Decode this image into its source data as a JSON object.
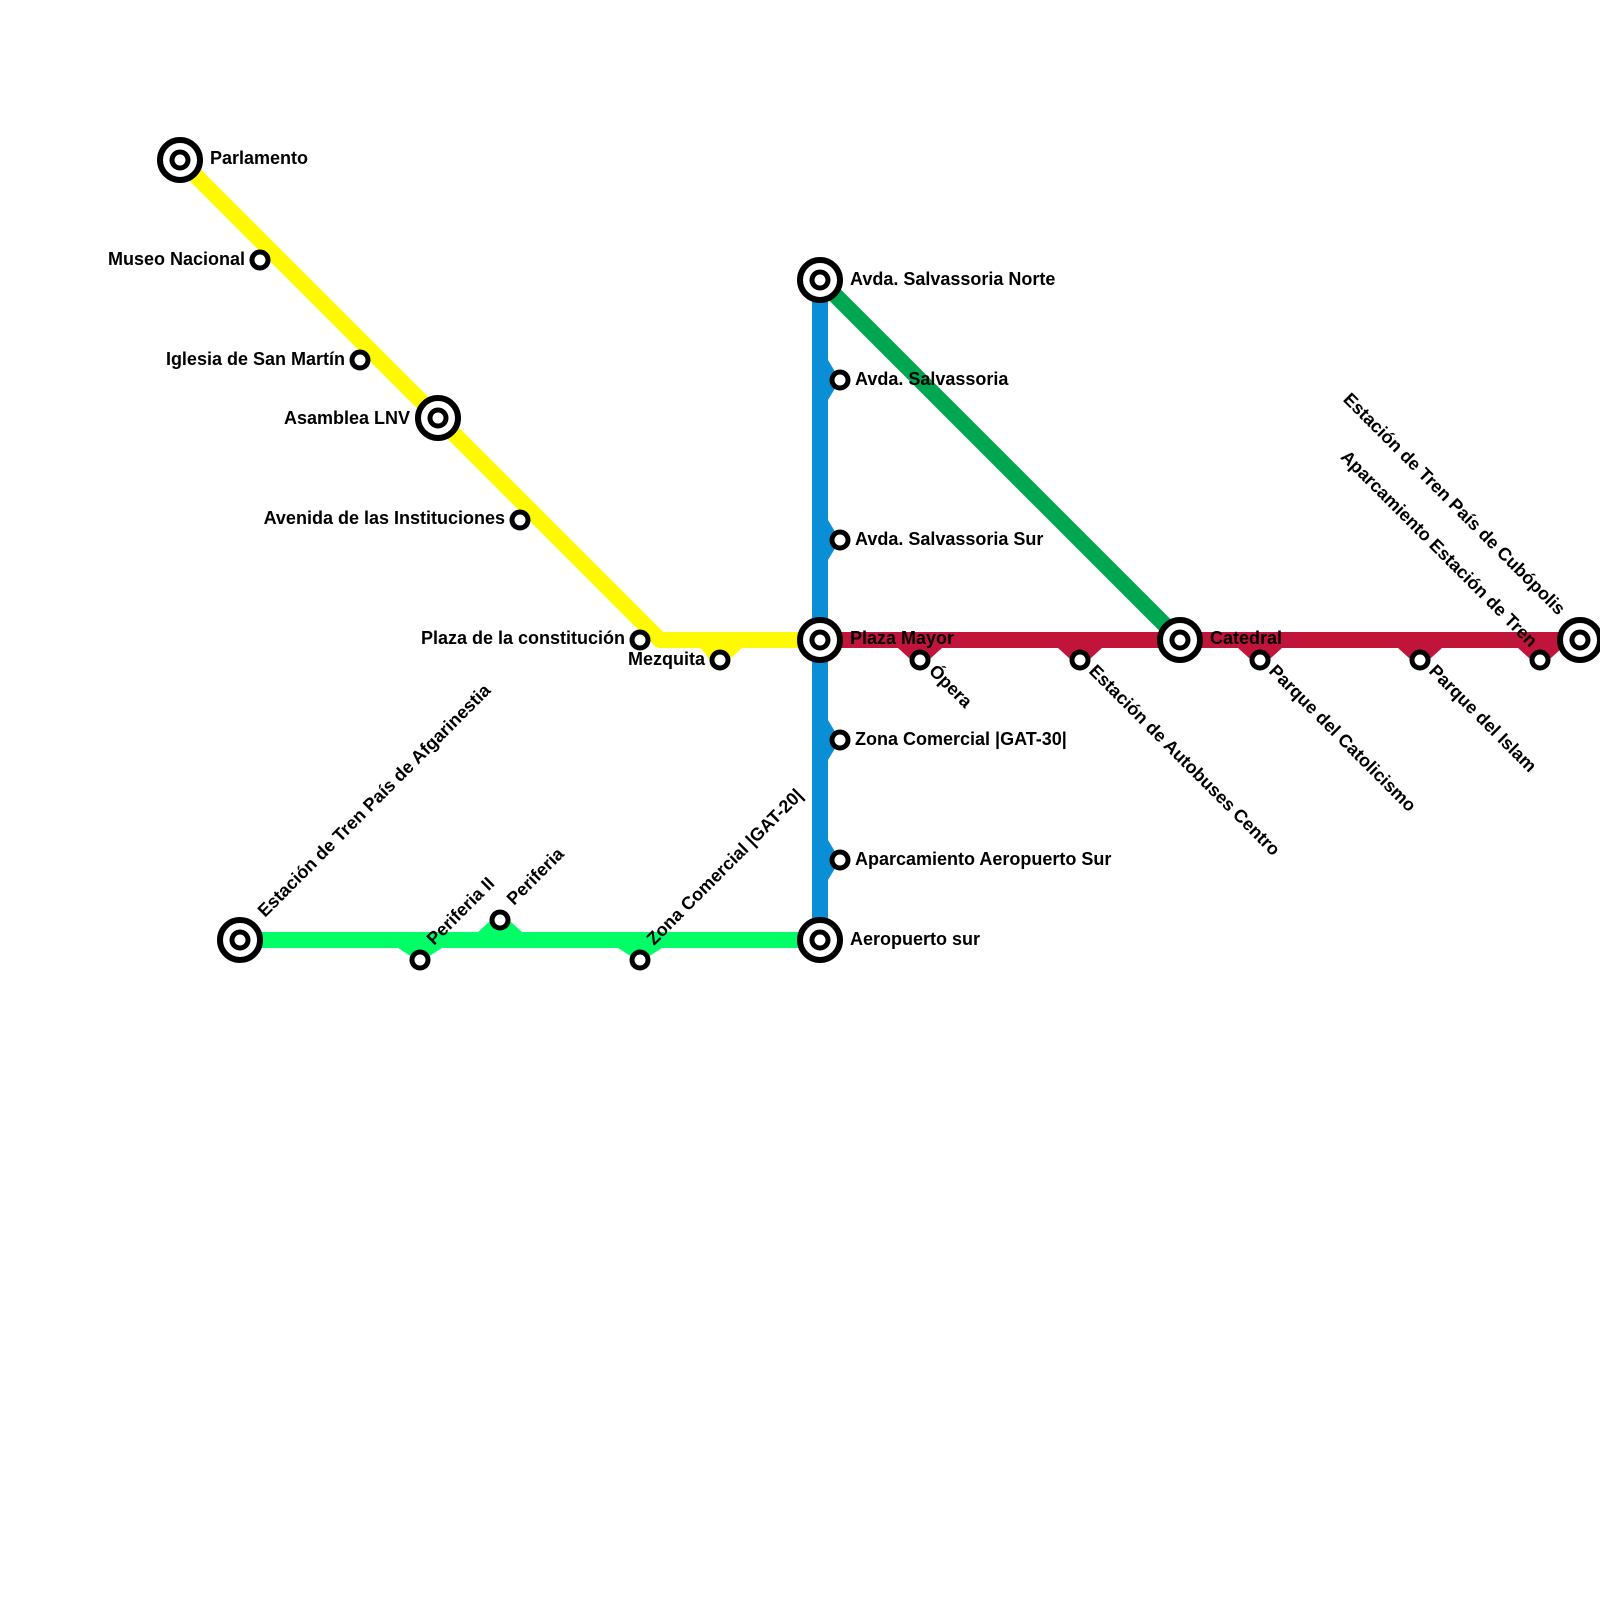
{
  "colors": {
    "yellow": "#FFFA00",
    "blue": "#0A8FD6",
    "dark_green": "#00A650",
    "light_green": "#00FF66",
    "red": "#C1143A"
  },
  "lines": [
    {
      "id": "yellow",
      "color": "#FFFA00"
    },
    {
      "id": "blue",
      "color": "#0A8FD6"
    },
    {
      "id": "dark-green",
      "color": "#00A650"
    },
    {
      "id": "light-green",
      "color": "#00FF66"
    },
    {
      "id": "red",
      "color": "#C1143A"
    }
  ],
  "stations": {
    "parlamento": "Parlamento",
    "museo_nacional": "Museo Nacional",
    "iglesia": "Iglesia de San Martín",
    "asamblea": "Asamblea LNV",
    "avenida_instituciones": "Avenida de las Instituciones",
    "plaza_constitucion": "Plaza de la constitución",
    "mezquita": "Mezquita",
    "plaza_mayor": "Plaza Mayor",
    "salvassoria_norte": "Avda. Salvassoria Norte",
    "salvassoria": "Avda. Salvassoria",
    "salvassoria_sur": "Avda. Salvassoria Sur",
    "zona_gat30": "Zona Comercial |GAT-30|",
    "aparcamiento_aeropuerto": "Aparcamiento Aeropuerto Sur",
    "aeropuerto_sur": "Aeropuerto sur",
    "catedral": "Catedral",
    "opera": "Ópera",
    "autobuses": "Estación de Autobuses Centro",
    "catolicismo": "Parque del Catolicismo",
    "islam": "Parque del Islam",
    "aparcamiento_tren": "Aparcamiento Estación de Tren",
    "tren_cubopolis": "Estación de Tren País de Cubópolis",
    "tren_afgarinestia": "Estación de Tren País de Afgarinestia",
    "periferia_ii": "Periferia II",
    "periferia": "Periferia",
    "zona_gat20": "Zona Comercial |GAT-20|"
  }
}
